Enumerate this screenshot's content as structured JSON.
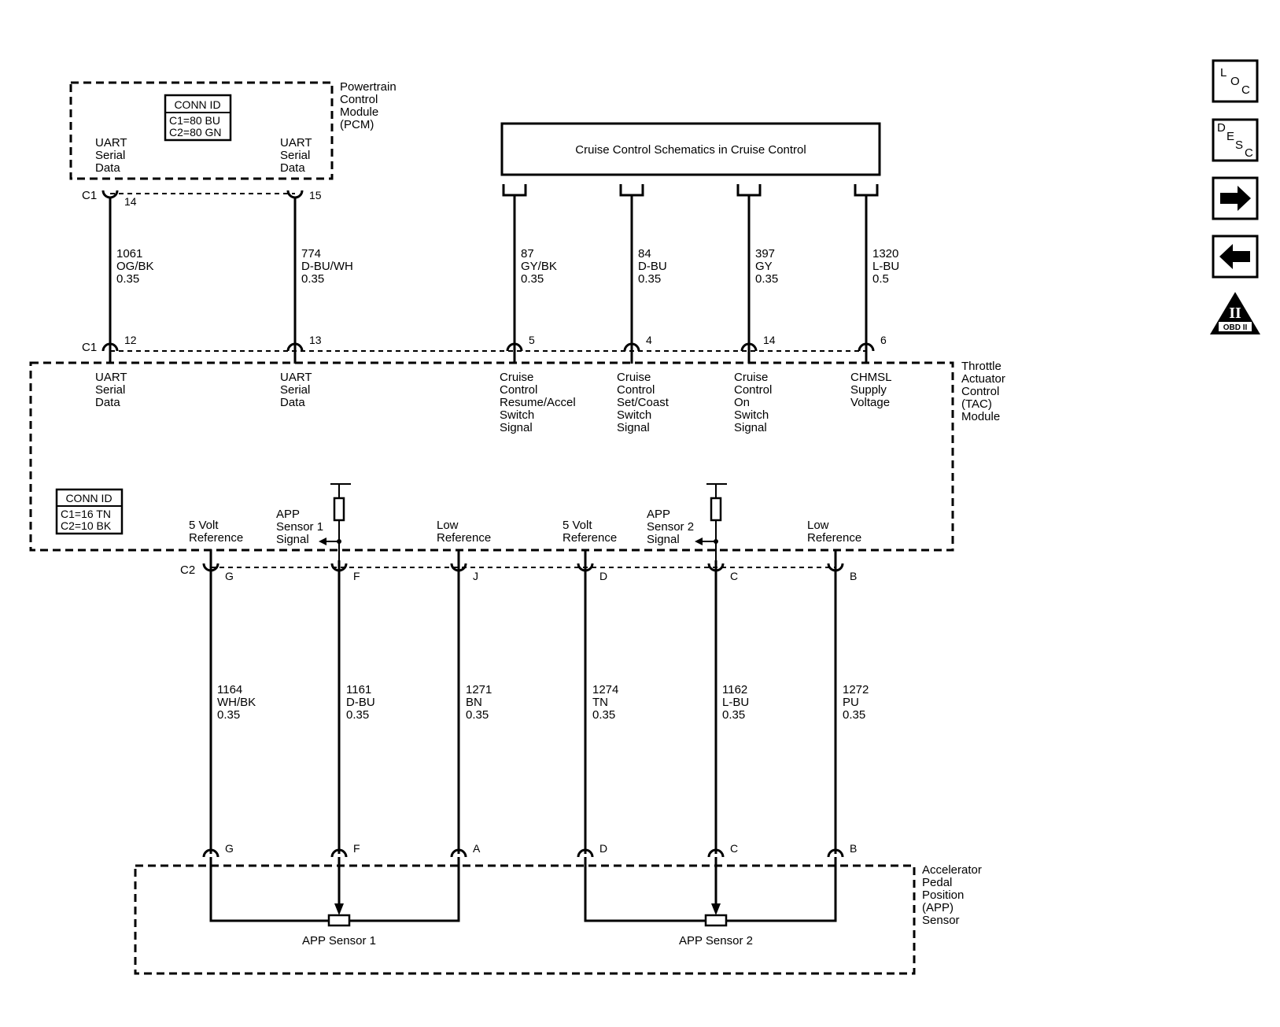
{
  "pcm": {
    "name_lines": [
      "Powertrain",
      "Control",
      "Module",
      "(PCM)"
    ],
    "conn_id": {
      "title": "CONN ID",
      "lines": [
        "C1=80 BU",
        "C2=80 GN"
      ]
    },
    "pins": [
      {
        "connector": "C1",
        "pin": "14",
        "label_lines": [
          "UART",
          "Serial",
          "Data"
        ]
      },
      {
        "connector": "",
        "pin": "15",
        "label_lines": [
          "UART",
          "Serial",
          "Data"
        ]
      }
    ]
  },
  "cruise_box": {
    "label": "Cruise Control Schematics in Cruise Control"
  },
  "tac": {
    "name_lines": [
      "Throttle",
      "Actuator",
      "Control",
      "(TAC)",
      "Module"
    ],
    "conn_id": {
      "title": "CONN ID",
      "lines": [
        "C1=16 TN",
        "C2=10 BK"
      ]
    },
    "top_connector": "C1",
    "bottom_connector": "C2",
    "top_pins": [
      {
        "pin": "12",
        "label_lines": [
          "UART",
          "Serial",
          "Data"
        ]
      },
      {
        "pin": "13",
        "label_lines": [
          "UART",
          "Serial",
          "Data"
        ]
      },
      {
        "pin": "5",
        "label_lines": [
          "Cruise",
          "Control",
          "Resume/Accel",
          "Switch",
          "Signal"
        ]
      },
      {
        "pin": "4",
        "label_lines": [
          "Cruise",
          "Control",
          "Set/Coast",
          "Switch",
          "Signal"
        ]
      },
      {
        "pin": "14",
        "label_lines": [
          "Cruise",
          "Control",
          "On",
          "Switch",
          "Signal"
        ]
      },
      {
        "pin": "6",
        "label_lines": [
          "CHMSL",
          "Supply",
          "Voltage"
        ]
      }
    ],
    "bottom_pins": [
      {
        "pin": "G",
        "label_lines": [
          "5 Volt",
          "Reference"
        ]
      },
      {
        "pin": "F",
        "label_lines": [
          "APP",
          "Sensor 1",
          "Signal"
        ]
      },
      {
        "pin": "J",
        "label_lines": [
          "Low",
          "Reference"
        ]
      },
      {
        "pin": "D",
        "label_lines": [
          "5 Volt",
          "Reference"
        ]
      },
      {
        "pin": "C",
        "label_lines": [
          "APP",
          "Sensor 2",
          "Signal"
        ]
      },
      {
        "pin": "B",
        "label_lines": [
          "Low",
          "Reference"
        ]
      }
    ]
  },
  "upper_wires": [
    {
      "circuit": "1061",
      "color": "OG/BK",
      "gauge": "0.35"
    },
    {
      "circuit": "774",
      "color": "D-BU/WH",
      "gauge": "0.35"
    },
    {
      "circuit": "87",
      "color": "GY/BK",
      "gauge": "0.35"
    },
    {
      "circuit": "84",
      "color": "D-BU",
      "gauge": "0.35"
    },
    {
      "circuit": "397",
      "color": "GY",
      "gauge": "0.35"
    },
    {
      "circuit": "1320",
      "color": "L-BU",
      "gauge": "0.5"
    }
  ],
  "lower_wires": [
    {
      "circuit": "1164",
      "color": "WH/BK",
      "gauge": "0.35"
    },
    {
      "circuit": "1161",
      "color": "D-BU",
      "gauge": "0.35"
    },
    {
      "circuit": "1271",
      "color": "BN",
      "gauge": "0.35"
    },
    {
      "circuit": "1274",
      "color": "TN",
      "gauge": "0.35"
    },
    {
      "circuit": "1162",
      "color": "L-BU",
      "gauge": "0.35"
    },
    {
      "circuit": "1272",
      "color": "PU",
      "gauge": "0.35"
    }
  ],
  "app": {
    "name_lines": [
      "Accelerator",
      "Pedal",
      "Position",
      "(APP)",
      "Sensor"
    ],
    "pins": [
      "G",
      "F",
      "A",
      "D",
      "C",
      "B"
    ],
    "sensor1_label": "APP Sensor 1",
    "sensor2_label": "APP Sensor 2"
  },
  "nav": {
    "loc": [
      "L",
      "O",
      "C"
    ],
    "desc": [
      "D",
      "E",
      "S",
      "C"
    ],
    "forward_icon": "arrow-right-icon",
    "back_icon": "arrow-left-icon",
    "obd_label": "OBD II",
    "obd_glyph": "II"
  }
}
